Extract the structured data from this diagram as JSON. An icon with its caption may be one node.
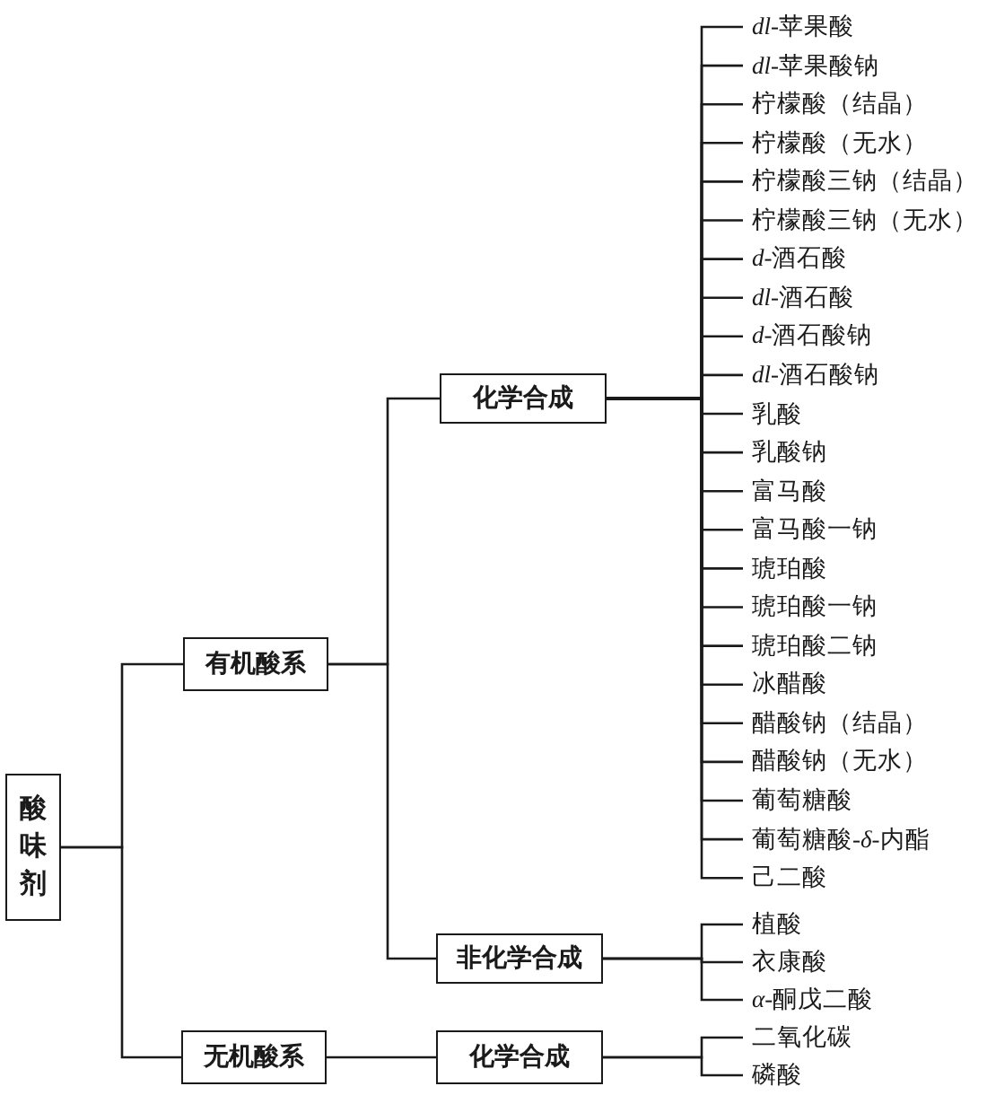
{
  "diagram": {
    "nodes": [
      {
        "text": [
          "酸味剂"
        ]
      },
      {
        "text": [
          "有机酸系"
        ]
      },
      {
        "text": [
          "无机酸系"
        ]
      },
      {
        "text": [
          "化学合成"
        ]
      },
      {
        "text": [
          "非化学合成"
        ]
      },
      {
        "text": [
          "化学合成"
        ]
      },
      {
        "text": [
          "*dl*-苹果酸"
        ]
      },
      {
        "text": [
          "*dl*-苹果酸钠"
        ]
      },
      {
        "text": [
          "柠檬酸（结晶）"
        ]
      },
      {
        "text": [
          "柠檬酸（无水）"
        ]
      },
      {
        "text": [
          "柠檬酸三钠（结晶）"
        ]
      },
      {
        "text": [
          "柠檬酸三钠（无水）"
        ]
      },
      {
        "text": [
          "*d*-酒石酸"
        ]
      },
      {
        "text": [
          "*dl*-酒石酸"
        ]
      },
      {
        "text": [
          "*d*-酒石酸钠"
        ]
      },
      {
        "text": [
          "*dl*-酒石酸钠"
        ]
      },
      {
        "text": [
          "乳酸"
        ]
      },
      {
        "text": [
          "乳酸钠"
        ]
      },
      {
        "text": [
          "富马酸"
        ]
      },
      {
        "text": [
          "富马酸一钠"
        ]
      },
      {
        "text": [
          "琥珀酸"
        ]
      },
      {
        "text": [
          "琥珀酸一钠"
        ]
      },
      {
        "text": [
          "琥珀酸二钠"
        ]
      },
      {
        "text": [
          "冰醋酸"
        ]
      },
      {
        "text": [
          "醋酸钠（结晶）"
        ]
      },
      {
        "text": [
          "醋酸钠（无水）"
        ]
      },
      {
        "text": [
          "葡萄糖酸"
        ]
      },
      {
        "text": [
          "葡萄糖酸-*δ*-内酯"
        ]
      },
      {
        "text": [
          "己二酸"
        ]
      },
      {
        "text": [
          "植酸"
        ]
      },
      {
        "text": [
          "衣康酸"
        ]
      },
      {
        "text": [
          "*α*-酮戊二酸"
        ]
      },
      {
        "text": [
          "二氧化碳"
        ]
      },
      {
        "text": [
          "磷酸"
        ]
      }
    ],
    "edges": [
      {
        "from": 0,
        "to": 1,
        "arrow": "none"
      },
      {
        "from": 0,
        "to": 2,
        "arrow": "none"
      },
      {
        "from": 1,
        "to": 3,
        "arrow": "none"
      },
      {
        "from": 1,
        "to": 4,
        "arrow": "none"
      },
      {
        "from": 2,
        "to": 5,
        "arrow": "none"
      },
      {
        "from": 3,
        "to": 6,
        "arrow": "none"
      },
      {
        "from": 3,
        "to": 7,
        "arrow": "none"
      },
      {
        "from": 3,
        "to": 8,
        "arrow": "none"
      },
      {
        "from": 3,
        "to": 9,
        "arrow": "none"
      },
      {
        "from": 3,
        "to": 10,
        "arrow": "none"
      },
      {
        "from": 3,
        "to": 11,
        "arrow": "none"
      },
      {
        "from": 3,
        "to": 12,
        "arrow": "none"
      },
      {
        "from": 3,
        "to": 13,
        "arrow": "none"
      },
      {
        "from": 3,
        "to": 14,
        "arrow": "none"
      },
      {
        "from": 3,
        "to": 15,
        "arrow": "none"
      },
      {
        "from": 3,
        "to": 16,
        "arrow": "none"
      },
      {
        "from": 3,
        "to": 17,
        "arrow": "none"
      },
      {
        "from": 3,
        "to": 18,
        "arrow": "none"
      },
      {
        "from": 3,
        "to": 19,
        "arrow": "none"
      },
      {
        "from": 3,
        "to": 20,
        "arrow": "none"
      },
      {
        "from": 3,
        "to": 21,
        "arrow": "none"
      },
      {
        "from": 3,
        "to": 22,
        "arrow": "none"
      },
      {
        "from": 3,
        "to": 23,
        "arrow": "none"
      },
      {
        "from": 3,
        "to": 24,
        "arrow": "none"
      },
      {
        "from": 3,
        "to": 25,
        "arrow": "none"
      },
      {
        "from": 3,
        "to": 26,
        "arrow": "none"
      },
      {
        "from": 3,
        "to": 27,
        "arrow": "none"
      },
      {
        "from": 3,
        "to": 28,
        "arrow": "none"
      },
      {
        "from": 4,
        "to": 29,
        "arrow": "none"
      },
      {
        "from": 4,
        "to": 30,
        "arrow": "none"
      },
      {
        "from": 4,
        "to": 31,
        "arrow": "none"
      },
      {
        "from": 5,
        "to": 32,
        "arrow": "none"
      },
      {
        "from": 5,
        "to": 33,
        "arrow": "none"
      }
    ]
  }
}
